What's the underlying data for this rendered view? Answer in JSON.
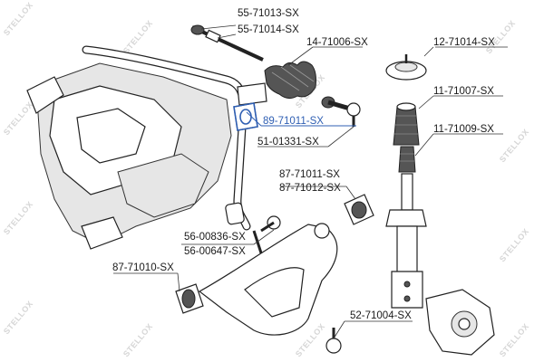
{
  "brand": {
    "watermark_text": "STELLOX",
    "accent_color": "#2f5fb3"
  },
  "parts": [
    {
      "id": "p1",
      "label": "55-71013-SX",
      "highlighted": false
    },
    {
      "id": "p2",
      "label": "55-71014-SX",
      "highlighted": false
    },
    {
      "id": "p3",
      "label": "14-71006-SX",
      "highlighted": false
    },
    {
      "id": "p4",
      "label": "12-71014-SX",
      "highlighted": false
    },
    {
      "id": "p5",
      "label": "11-71007-SX",
      "highlighted": false
    },
    {
      "id": "p6",
      "label": "89-71011-SX",
      "highlighted": true
    },
    {
      "id": "p7",
      "label": "11-71009-SX",
      "highlighted": false
    },
    {
      "id": "p8",
      "label": "51-01331-SX",
      "highlighted": false
    },
    {
      "id": "p9",
      "label": "87-71011-SX",
      "highlighted": false
    },
    {
      "id": "p10",
      "label": "87-71012-SX",
      "highlighted": false
    },
    {
      "id": "p11",
      "label": "56-00836-SX",
      "highlighted": false
    },
    {
      "id": "p12",
      "label": "56-00647-SX",
      "highlighted": false
    },
    {
      "id": "p13",
      "label": "87-71010-SX",
      "highlighted": false
    },
    {
      "id": "p14",
      "label": "52-71004-SX",
      "highlighted": false
    }
  ]
}
